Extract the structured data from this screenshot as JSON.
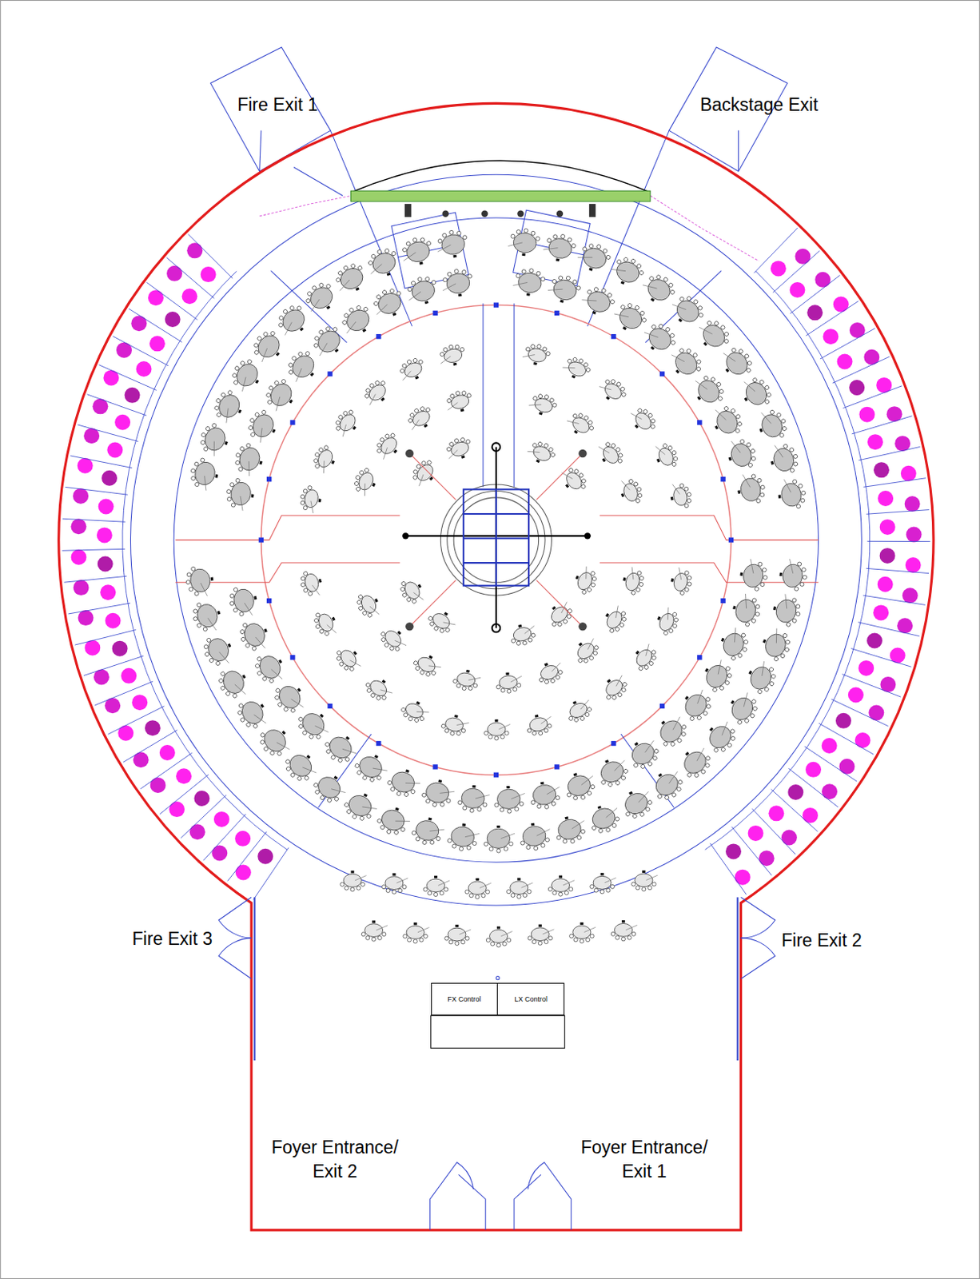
{
  "diagram": {
    "nodes": [
      {
        "text": [
          "FX Control"
        ]
      },
      {
        "text": [
          "LX Control"
        ]
      }
    ],
    "labels": [
      "Fire Exit 1",
      "Backstage Exit",
      "Fire Exit 3",
      "Fire Exit 2",
      "Foyer Entrance/ Exit 2",
      "Foyer Entrance/ Exit 1"
    ]
  }
}
